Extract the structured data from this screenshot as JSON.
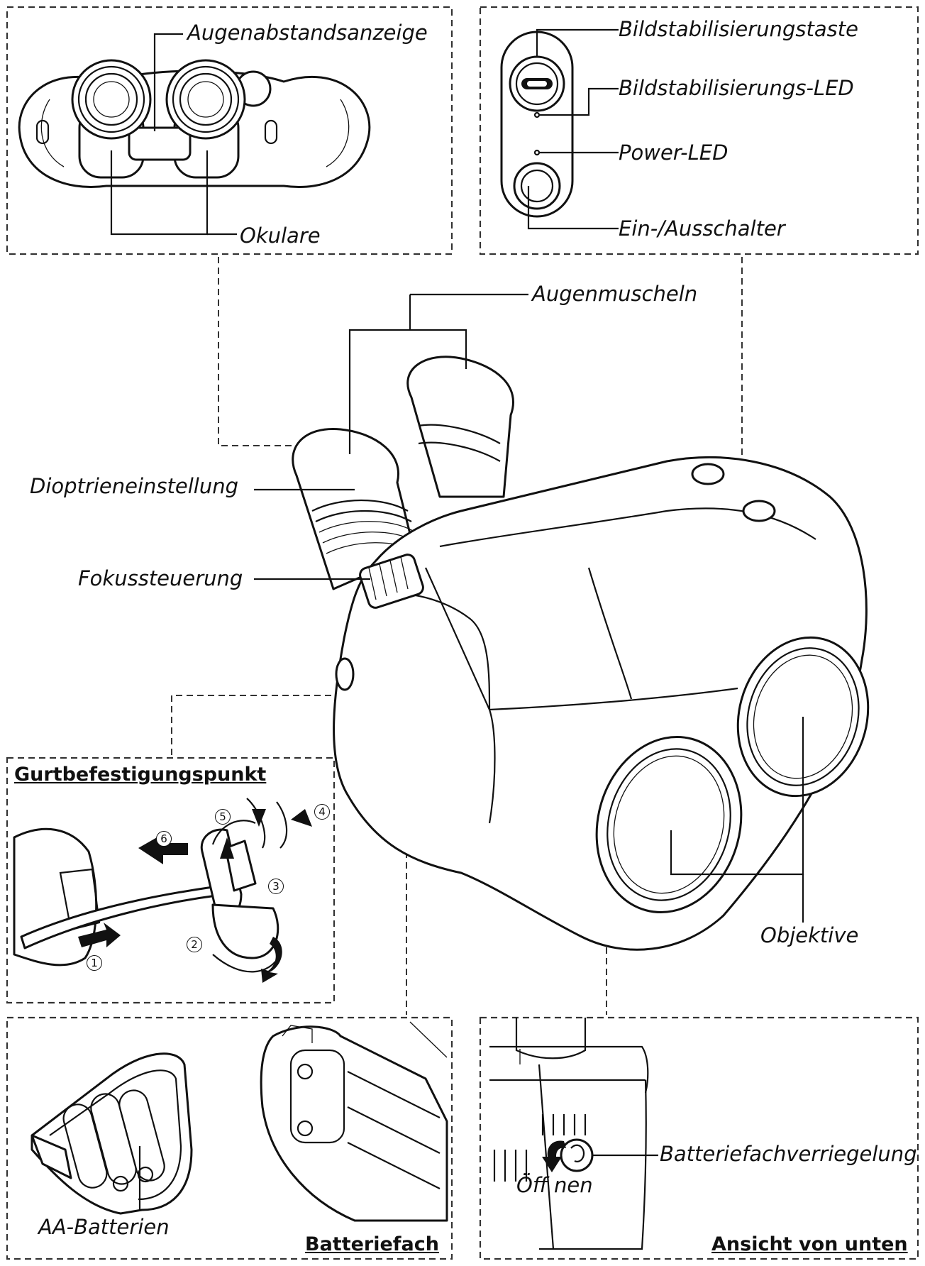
{
  "labels": {
    "interpupillary_indicator": "Augenabstandsanzeige",
    "eyepieces": "Okulare",
    "stabilizer_button": "Bildstabilisierungstaste",
    "stabilizer_led": "Bildstabilisierungs-LED",
    "power_led": "Power-LED",
    "power_switch": "Ein-/Ausschalter",
    "eyecups": "Augenmuscheln",
    "diopter": "Dioptrieneinstellung",
    "focus": "Fokussteuerung",
    "objectives": "Objektive",
    "battery_lock": "Batteriefachverriegelung",
    "open": "Öff nen",
    "aa_batteries": "AA-Batterien"
  },
  "headings": {
    "strap": "Gurtbefestigungspunkt",
    "battery_compartment": "Batteriefach",
    "bottom_view": "Ansicht von unten"
  },
  "steps": [
    "1",
    "2",
    "3",
    "4",
    "5",
    "6"
  ]
}
